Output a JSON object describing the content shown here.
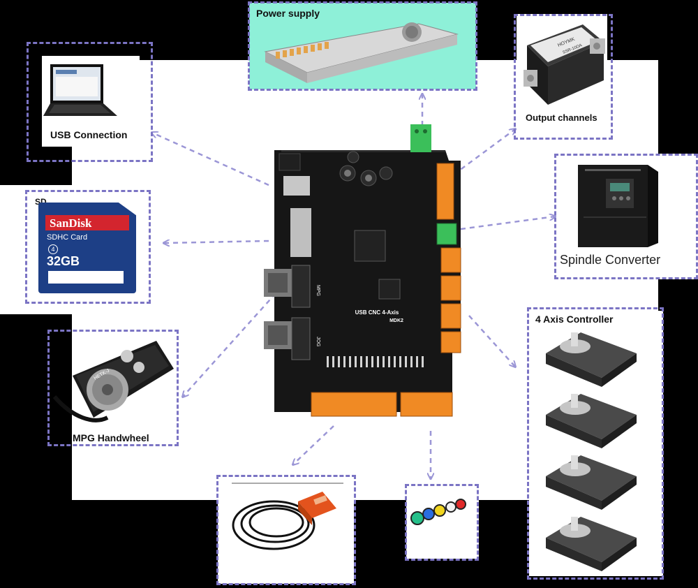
{
  "labels": {
    "power_supply": "Power supply",
    "output_channels": "Output channels",
    "usb_connection": "USB Connection",
    "sd": "SD",
    "spindle_converter": "Spindle Converter",
    "four_axis_controller": "4 Axis Controller",
    "mpg_handwheel": "MPG Handwheel"
  },
  "board": {
    "title": "USB CNC 4-Axis",
    "model": "MDK2",
    "mpg_label": "MPG",
    "jog_label": "JOG"
  },
  "sd_card": {
    "brand": "SanDisk",
    "type": "SDHC Card",
    "capacity": "32GB",
    "class": "4"
  },
  "relay": {
    "brand": "HOYMK",
    "model": "SSR-10DA"
  },
  "handwheel": {
    "brand": "HETK-J"
  },
  "colors": {
    "dash_border": "#7b74c4",
    "arrow": "#9b96d6",
    "power_bg": "#8ef0d8",
    "board": "#161616",
    "terminal_orange": "#f08a24",
    "terminal_green": "#3bbf5a"
  }
}
